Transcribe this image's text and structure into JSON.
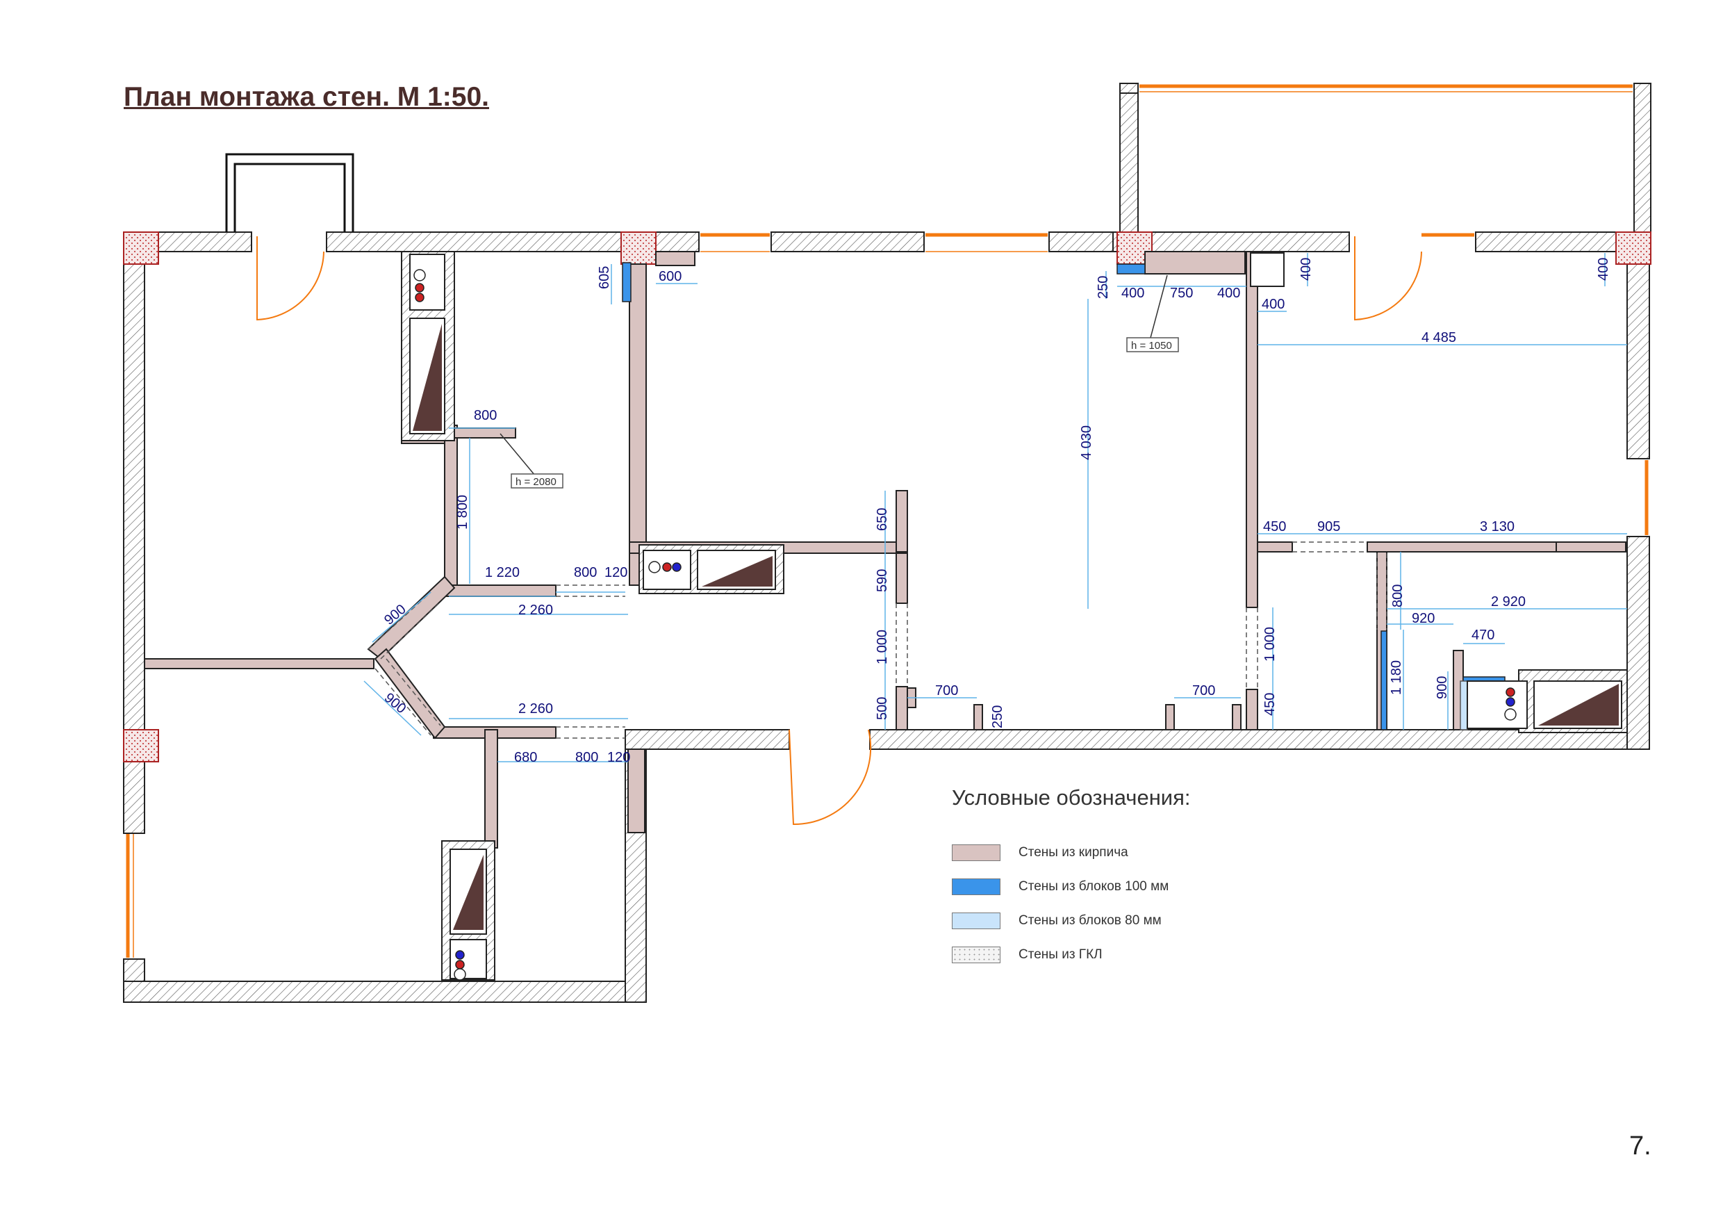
{
  "title": "План монтажа стен. М 1:50.",
  "page_number": "7.",
  "colors": {
    "brick": "#d9c3c1",
    "blocks_100": "#3a94ea",
    "blocks_80": "#c9e4fb",
    "gkl": "#f4f4f4",
    "window": "#f47a10",
    "dimension": "#10107a",
    "dimension_line": "#5fb3e8"
  },
  "legend": {
    "title": "Условные обозначения:",
    "items": [
      {
        "label": "Стены из кирпича",
        "color": "#d9c3c1"
      },
      {
        "label": "Стены из блоков 100 мм",
        "color": "#3a94ea"
      },
      {
        "label": "Стены из блоков 80 мм",
        "color": "#c9e4fb"
      },
      {
        "label": "Стены из ГКЛ",
        "color": "#f4f4f4"
      }
    ]
  },
  "height_tags": [
    "h = 2080",
    "h = 1050"
  ],
  "dimensions": {
    "d605": "605",
    "d600": "600",
    "d800a": "800",
    "d1800": "1 800",
    "d1220": "1 220",
    "d800b": "800",
    "d120a": "120",
    "d2260a": "2 260",
    "d900a": "900",
    "d900b": "900",
    "d2260b": "2 260",
    "d680": "680",
    "d800c": "800",
    "d120b": "120",
    "d650": "650",
    "d590": "590",
    "d1000a": "1 000",
    "d500": "500",
    "d700a": "700",
    "d250a": "250",
    "d250b": "250",
    "d400a": "400",
    "d750": "750",
    "d400b": "400",
    "d4030": "4 030",
    "d700b": "700",
    "d1000b": "1 000",
    "d450a": "450",
    "d400c": "400",
    "d400d": "400",
    "d400e": "400",
    "d4485": "4 485",
    "d450b": "450",
    "d905": "905",
    "d3130": "3 130",
    "d800d": "800",
    "d2920": "2 920",
    "d920": "920",
    "d470": "470",
    "d1180": "1 180",
    "d900c": "900"
  }
}
